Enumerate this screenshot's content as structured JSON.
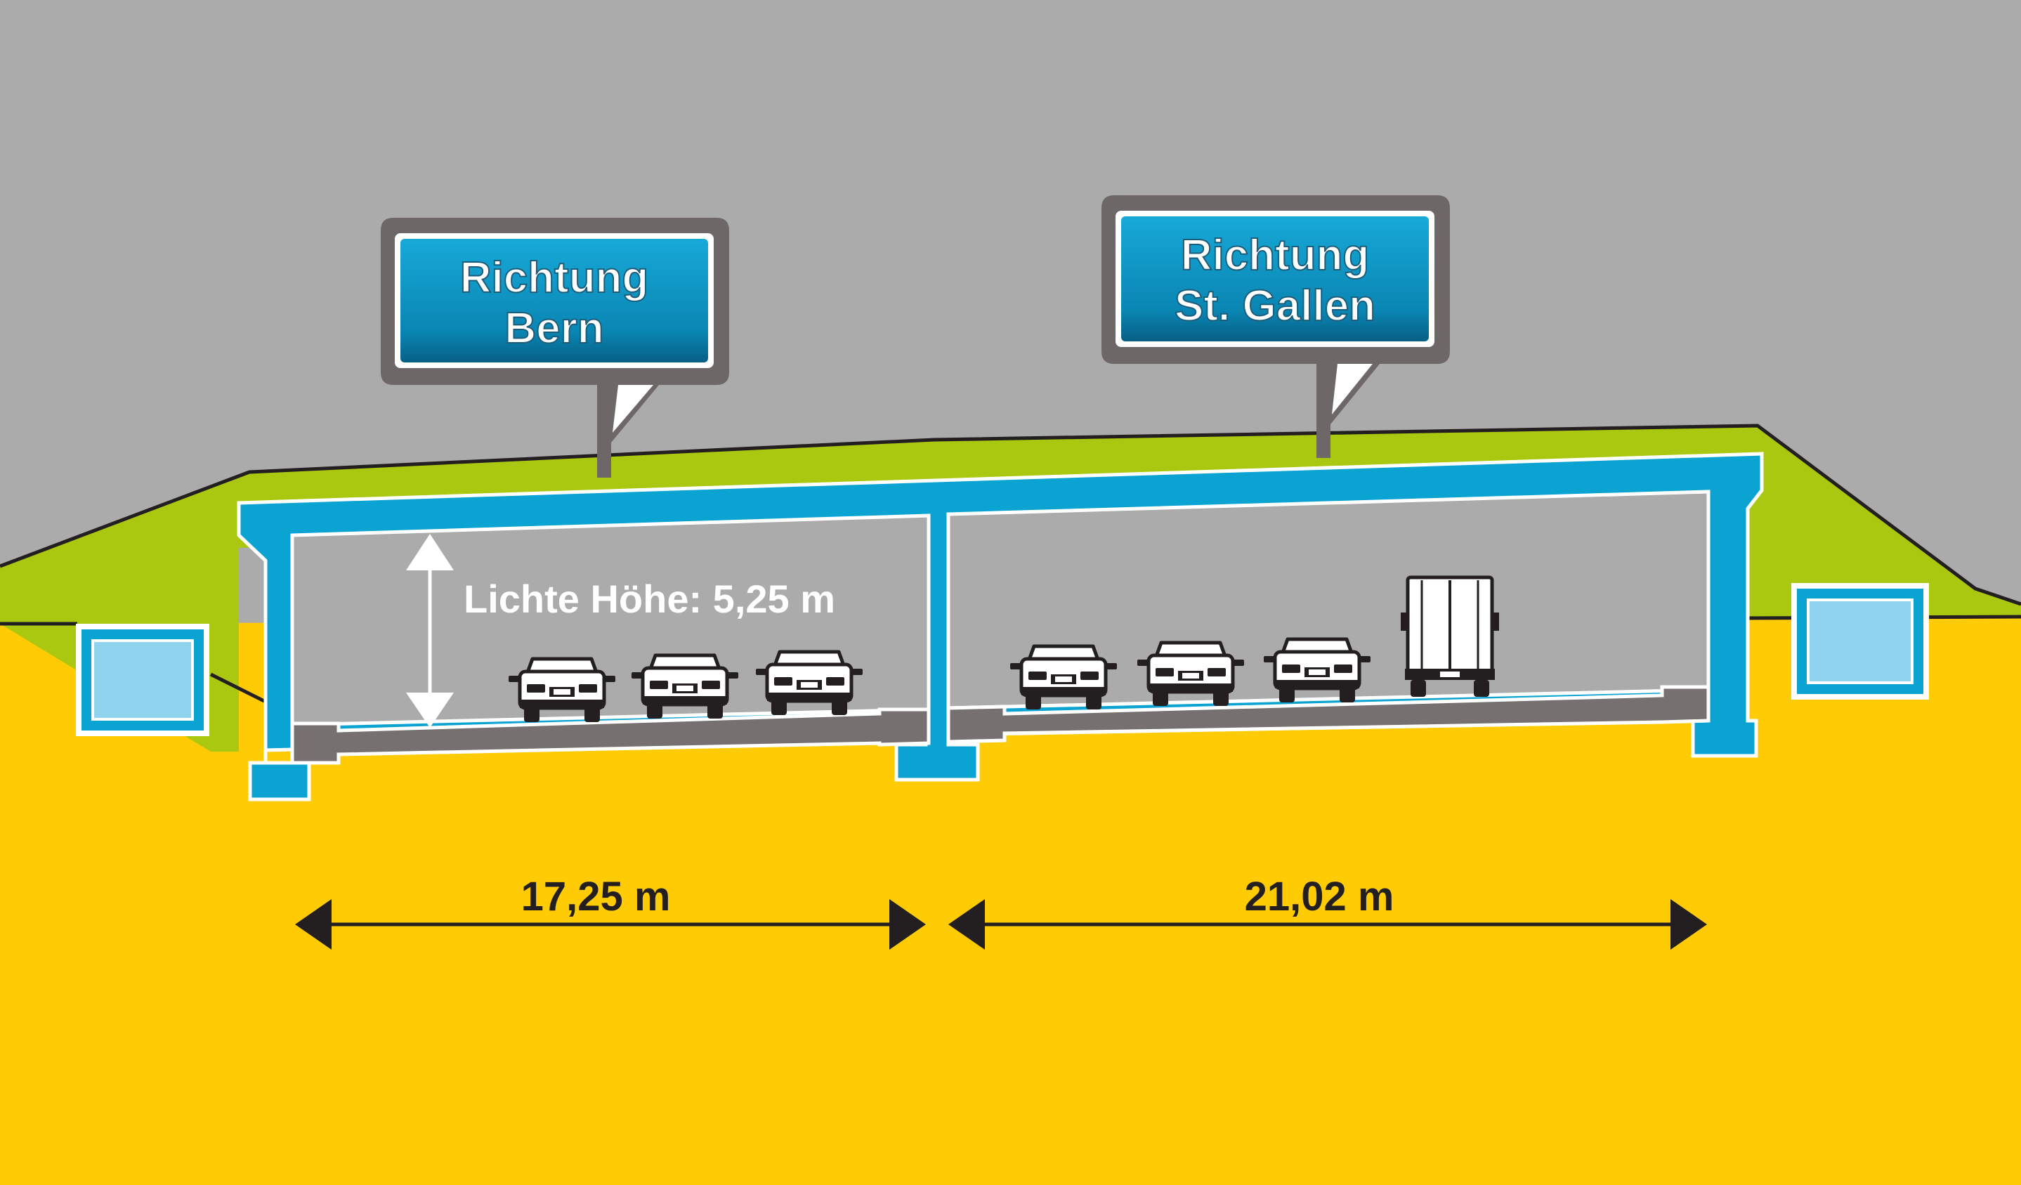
{
  "signs": {
    "left": {
      "line1": "Richtung",
      "line2": "Bern"
    },
    "right": {
      "line1": "Richtung",
      "line2": "St. Gallen"
    }
  },
  "clearance": {
    "label": "Lichte Höhe: 5,25 m"
  },
  "widths": {
    "left": "17,25 m",
    "right": "21,02 m"
  },
  "colors": {
    "sky": "#ababab",
    "soil": "#ffcb05",
    "grass": "#a9c80f",
    "concrete": "#0ba3d2",
    "road": "#767070",
    "sign": "#0a86b3",
    "sign_frame": "#6d6767"
  },
  "icons": [
    "car-icon",
    "truck-icon",
    "clearance-arrow-icon",
    "dimension-arrow-icon"
  ]
}
